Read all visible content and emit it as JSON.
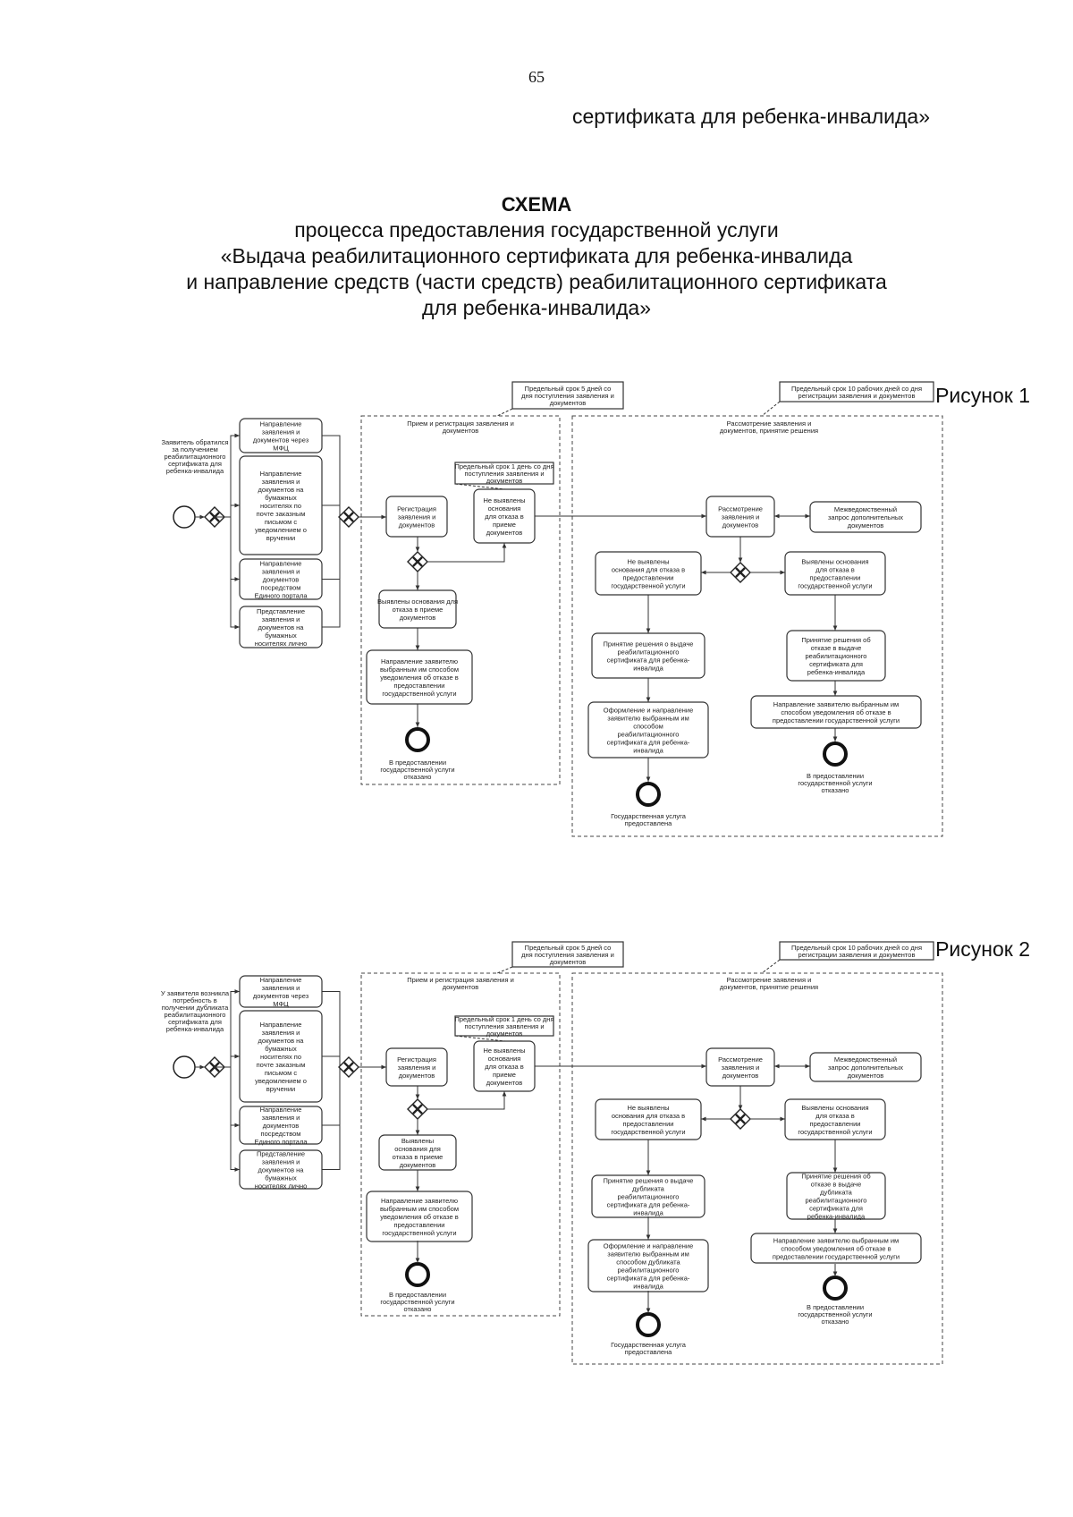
{
  "page_number": "65",
  "header_continuation": "сертификата для ребенка-инвалида»",
  "heading": {
    "title": "СХЕМА",
    "line1": "процесса предоставления государственной услуги",
    "line2": "«Выдача реабилитационного сертификата для ребенка-инвалида",
    "line3": "и направление средств (части средств) реабилитационного сертификата",
    "line4": "для ребенка-инвалида»"
  },
  "figures": [
    {
      "label": "Рисунок 1",
      "start_event": [
        "Заявитель обратился",
        "за получением",
        "реабилитационного",
        "сертификата для",
        "ребенка-инвалида"
      ],
      "channels": [
        [
          "Направление",
          "заявления и",
          "документов через",
          "МФЦ"
        ],
        [
          "Направление",
          "заявления и",
          "документов на",
          "бумажных",
          "носителях по",
          "почте заказным",
          "письмом с",
          "уведомлением о",
          "вручении"
        ],
        [
          "Направление",
          "заявления и",
          "документов",
          "посредством",
          "Единого портала"
        ],
        [
          "Представление",
          "заявления и",
          "документов на",
          "бумажных",
          "носителях лично"
        ]
      ],
      "lane1_title": [
        "Прием и регистрация заявления и",
        "документов"
      ],
      "lane1_note": [
        "Предельный срок 5 дней со",
        "дня поступления заявления и",
        "документов"
      ],
      "lane1_tasks": {
        "register": [
          "Регистрация",
          "заявления и",
          "документов"
        ],
        "no_grounds": [
          "Не выявлены",
          "основания",
          "для отказа в",
          "приеме",
          "документов"
        ],
        "found_grounds": [
          "Выявлены основания для",
          "отказа в приеме",
          "документов"
        ],
        "notify": [
          "Направление заявителю",
          "выбранным им способом",
          "уведомления об отказе в",
          "предоставлении",
          "государственной услуги"
        ]
      },
      "lane1_inner_note": [
        "Предельный срок 1 день со дня",
        "поступления заявления и",
        "документов"
      ],
      "lane1_end": [
        "В предоставлении",
        "государственной услуги",
        "отказано"
      ],
      "lane2_title": [
        "Рассмотрение заявления и",
        "документов, принятие решения"
      ],
      "lane2_note": [
        "Предельный срок 10 рабочих дней со дня",
        "регистрации заявления и документов"
      ],
      "lane2_tasks": {
        "review": [
          "Рассмотрение",
          "заявления и",
          "документов"
        ],
        "interagency": [
          "Межведомственный",
          "запрос дополнительных",
          "документов"
        ],
        "no_grounds": [
          "Не выявлены",
          "основания для отказа в",
          "предоставлении",
          "государственной услуги"
        ],
        "found_grounds": [
          "Выявлены основания",
          "для отказа в",
          "предоставлении",
          "государственной услуги"
        ],
        "decision_issue": [
          "Принятие решения о выдаче",
          "реабилитационного",
          "сертификата для ребенка-",
          "инвалида"
        ],
        "decision_refuse": [
          "Принятие решения об",
          "отказе в выдаче",
          "реабилитационного",
          "сертификата для",
          "ребенка-инвалида"
        ],
        "issue": [
          "Оформление и направление",
          "заявителю выбранным им",
          "способом",
          "реабилитационного",
          "сертификата для ребенка-",
          "инвалида"
        ],
        "notify_refuse": [
          "Направление заявителю выбранным им",
          "способом уведомления об отказе в",
          "предоставлении государственной услуги"
        ]
      },
      "lane2_end_ok": [
        "Государственная услуга",
        "предоставлена"
      ],
      "lane2_end_refuse": [
        "В предоставлении",
        "государственной услуги",
        "отказано"
      ]
    },
    {
      "label": "Рисунок 2",
      "start_event": [
        "У заявителя возникла",
        "потребность в",
        "получении дубликата",
        "реабилитационного",
        "сертификата для",
        "ребенка-инвалида"
      ],
      "channels": [
        [
          "Направление",
          "заявления и",
          "документов через",
          "МФЦ"
        ],
        [
          "Направление",
          "заявления и",
          "документов на",
          "бумажных",
          "носителях по",
          "почте заказным",
          "письмом с",
          "уведомлением о",
          "вручении"
        ],
        [
          "Направление",
          "заявления и",
          "документов",
          "посредством",
          "Единого портала"
        ],
        [
          "Представление",
          "заявления и",
          "документов на",
          "бумажных",
          "носителях лично"
        ]
      ],
      "lane1_title": [
        "Прием и регистрация заявления и",
        "документов"
      ],
      "lane1_note": [
        "Предельный срок 5 дней со",
        "дня поступления заявления и",
        "документов"
      ],
      "lane1_tasks": {
        "register": [
          "Регистрация",
          "заявления и",
          "документов"
        ],
        "no_grounds": [
          "Не выявлены",
          "основания",
          "для отказа в",
          "приеме",
          "документов"
        ],
        "found_grounds": [
          "Выявлены",
          "основания для",
          "отказа в приеме",
          "документов"
        ],
        "notify": [
          "Направление заявителю",
          "выбранным им способом",
          "уведомления об отказе в",
          "предоставлении",
          "государственной услуги"
        ]
      },
      "lane1_inner_note": [
        "Предельный срок 1 день со дня",
        "поступления заявления и",
        "документов"
      ],
      "lane1_end": [
        "В предоставлении",
        "государственной услуги",
        "отказано"
      ],
      "lane2_title": [
        "Рассмотрение заявления и",
        "документов, принятие решения"
      ],
      "lane2_note": [
        "Предельный срок 10 рабочих дней со дня",
        "регистрации заявления и документов"
      ],
      "lane2_tasks": {
        "review": [
          "Рассмотрение",
          "заявления и",
          "документов"
        ],
        "interagency": [
          "Межведомственный",
          "запрос дополнительных",
          "документов"
        ],
        "no_grounds": [
          "Не выявлены",
          "основания для отказа в",
          "предоставлении",
          "государственной услуги"
        ],
        "found_grounds": [
          "Выявлены основания",
          "для отказа в",
          "предоставлении",
          "государственной услуги"
        ],
        "decision_issue": [
          "Принятие решения о выдаче",
          "дубликата",
          "реабилитационного",
          "сертификата для ребенка-",
          "инвалида"
        ],
        "decision_refuse": [
          "Принятие решения об",
          "отказе в выдаче",
          "дубликата",
          "реабилитационного",
          "сертификата для",
          "ребенка-инвалида"
        ],
        "issue": [
          "Оформление и направление",
          "заявителю выбранным им",
          "способом дубликата",
          "реабилитационного",
          "сертификата для ребенка-",
          "инвалида"
        ],
        "notify_refuse": [
          "Направление заявителю выбранным им",
          "способом уведомления об отказе в",
          "предоставлении государственной услуги"
        ]
      },
      "lane2_end_ok": [
        "Государственная услуга",
        "предоставлена"
      ],
      "lane2_end_refuse": [
        "В предоставлении",
        "государственной услуги",
        "отказано"
      ]
    }
  ]
}
